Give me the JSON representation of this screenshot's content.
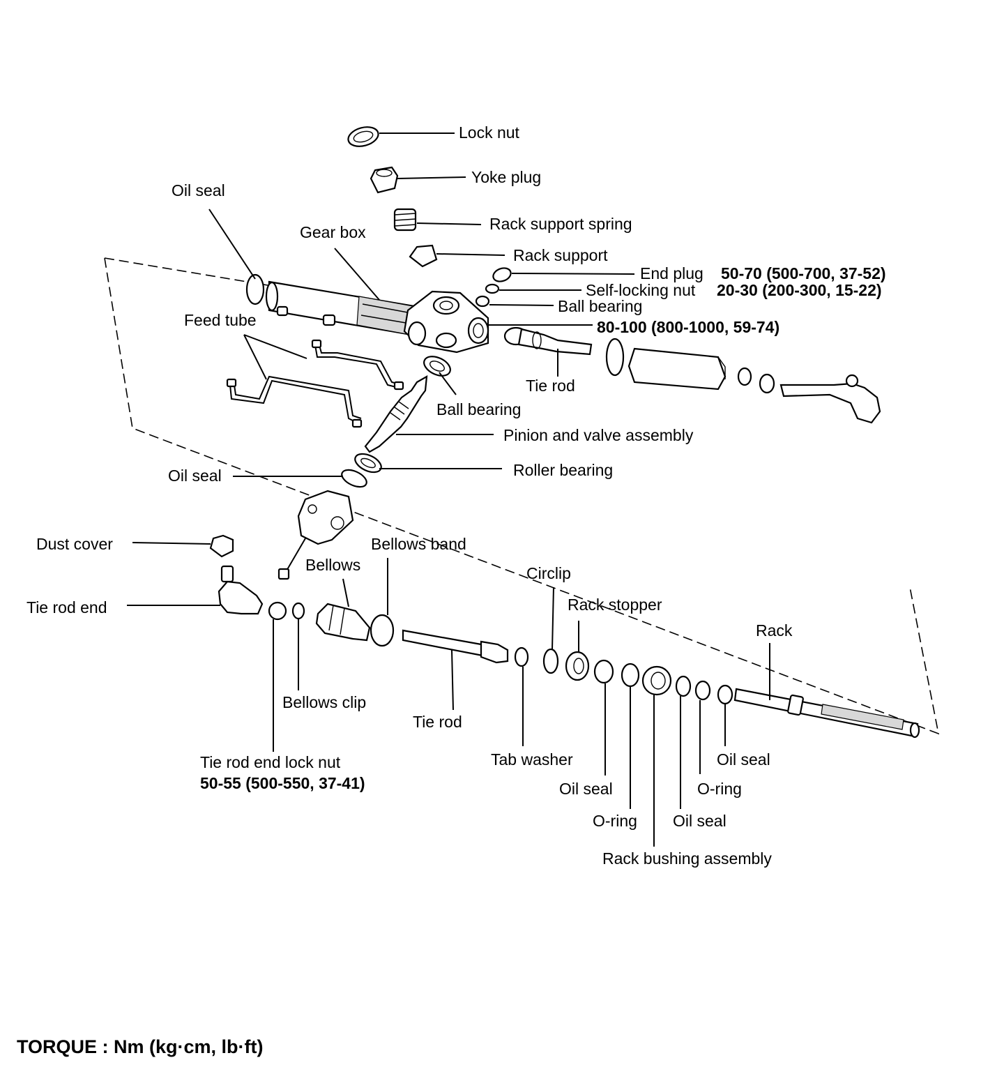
{
  "labels": {
    "lock_nut": "Lock nut",
    "yoke_plug": "Yoke plug",
    "rack_support_spring": "Rack support spring",
    "rack_support": "Rack support",
    "end_plug": "End plug",
    "end_plug_torque": "50-70 (500-700, 37-52)",
    "self_locking_nut": "Self-locking nut",
    "self_locking_nut_torque": "20-30 (200-300, 15-22)",
    "ball_bearing_top": "Ball bearing",
    "gearbox_torque": "80-100 (800-1000, 59-74)",
    "oil_seal_top": "Oil seal",
    "gear_box": "Gear box",
    "feed_tube": "Feed tube",
    "tie_rod_upper": "Tie rod",
    "ball_bearing_mid": "Ball bearing",
    "pinion_valve": "Pinion and valve assembly",
    "roller_bearing": "Roller bearing",
    "oil_seal_left": "Oil seal",
    "dust_cover": "Dust cover",
    "bellows_band": "Bellows band",
    "bellows": "Bellows",
    "circlip": "Circlip",
    "rack_stopper": "Rack stopper",
    "rack": "Rack",
    "tie_rod_end": "Tie rod end",
    "bellows_clip": "Bellows clip",
    "tie_rod_lower": "Tie rod",
    "tab_washer": "Tab washer",
    "oil_seal_right": "Oil seal",
    "oil_seal_a": "Oil seal",
    "o_ring_a": "O-ring",
    "o_ring_b": "O-ring",
    "oil_seal_b": "Oil seal",
    "rack_bushing": "Rack bushing assembly",
    "tie_rod_end_lock_nut": "Tie rod end lock nut",
    "tie_rod_end_lock_nut_torque": "50-55 (500-550, 37-41)"
  },
  "footer": {
    "torque_units": "TORQUE : Nm (kg·cm, lb·ft)"
  }
}
